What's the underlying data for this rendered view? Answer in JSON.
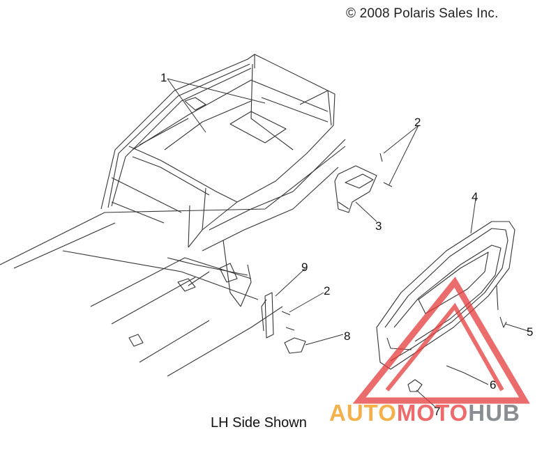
{
  "copyright": "© 2008 Polaris Sales Inc.",
  "caption": "LH Side Shown",
  "watermark": {
    "part1": "AUTO",
    "part2": "MOTO",
    "part3": "HUB"
  },
  "callouts": [
    {
      "id": "1",
      "label": "1"
    },
    {
      "id": "2a",
      "label": "2"
    },
    {
      "id": "3",
      "label": "3"
    },
    {
      "id": "4",
      "label": "4"
    },
    {
      "id": "9",
      "label": "9"
    },
    {
      "id": "2b",
      "label": "2"
    },
    {
      "id": "5",
      "label": "5"
    },
    {
      "id": "8",
      "label": "8"
    },
    {
      "id": "6",
      "label": "6"
    },
    {
      "id": "7",
      "label": "7"
    }
  ],
  "colors": {
    "line": "#333333",
    "watermark_red": "#e53b3b",
    "watermark_orange": "#f4b04a",
    "watermark_gray": "#8a8d91"
  }
}
